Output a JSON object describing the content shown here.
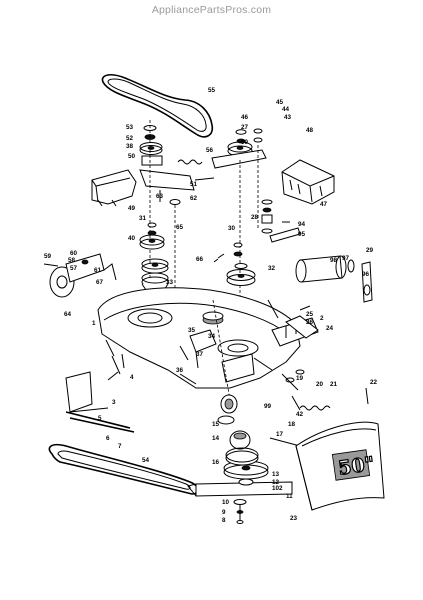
{
  "watermark": "AppliancePartsPros.com",
  "decal_text": "50\"",
  "part_labels": [
    {
      "id": "55"
    },
    {
      "id": "45"
    },
    {
      "id": "44"
    },
    {
      "id": "43"
    },
    {
      "id": "46"
    },
    {
      "id": "27"
    },
    {
      "id": "39"
    },
    {
      "id": "48"
    },
    {
      "id": "53"
    },
    {
      "id": "52"
    },
    {
      "id": "38"
    },
    {
      "id": "50"
    },
    {
      "id": "56"
    },
    {
      "id": "51"
    },
    {
      "id": "63"
    },
    {
      "id": "62"
    },
    {
      "id": "49"
    },
    {
      "id": "47"
    },
    {
      "id": "28"
    },
    {
      "id": "94"
    },
    {
      "id": "95"
    },
    {
      "id": "31"
    },
    {
      "id": "65"
    },
    {
      "id": "40"
    },
    {
      "id": "30"
    },
    {
      "id": "32"
    },
    {
      "id": "33"
    },
    {
      "id": "97"
    },
    {
      "id": "98"
    },
    {
      "id": "29"
    },
    {
      "id": "96"
    },
    {
      "id": "59"
    },
    {
      "id": "58"
    },
    {
      "id": "60"
    },
    {
      "id": "57"
    },
    {
      "id": "61"
    },
    {
      "id": "66"
    },
    {
      "id": "67"
    },
    {
      "id": "64"
    },
    {
      "id": "1"
    },
    {
      "id": "34"
    },
    {
      "id": "35"
    },
    {
      "id": "37"
    },
    {
      "id": "2"
    },
    {
      "id": "24"
    },
    {
      "id": "25"
    },
    {
      "id": "26"
    },
    {
      "id": "36"
    },
    {
      "id": "4"
    },
    {
      "id": "3"
    },
    {
      "id": "42"
    },
    {
      "id": "19"
    },
    {
      "id": "20"
    },
    {
      "id": "21"
    },
    {
      "id": "22"
    },
    {
      "id": "99"
    },
    {
      "id": "15"
    },
    {
      "id": "14"
    },
    {
      "id": "16"
    },
    {
      "id": "18"
    },
    {
      "id": "17"
    },
    {
      "id": "5"
    },
    {
      "id": "6"
    },
    {
      "id": "7"
    },
    {
      "id": "54"
    },
    {
      "id": "13"
    },
    {
      "id": "12"
    },
    {
      "id": "102"
    },
    {
      "id": "11"
    },
    {
      "id": "10"
    },
    {
      "id": "9"
    },
    {
      "id": "8"
    },
    {
      "id": "23"
    }
  ]
}
